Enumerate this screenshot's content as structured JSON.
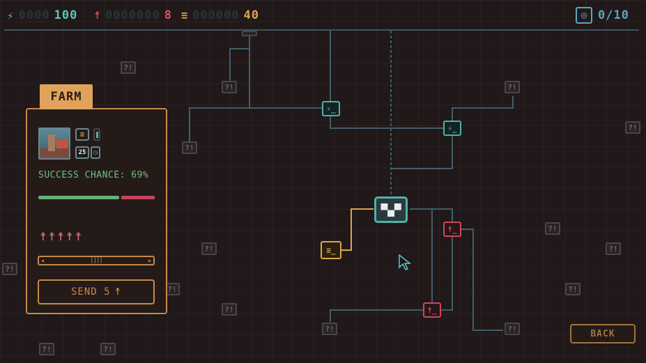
{
  "hud": {
    "energy": {
      "icon": "energy-bolt-icon",
      "ghost": "0000",
      "value": "100"
    },
    "people": {
      "icon": "person-icon",
      "ghost": "0000000",
      "value": "8"
    },
    "food": {
      "icon": "food-icon",
      "ghost": "000000",
      "value": "40"
    },
    "objectives": {
      "icon": "target-icon",
      "value": "0/10"
    }
  },
  "map": {
    "unknown_label": "?!",
    "base_face": "▀▄▀",
    "energy_node_glyph": "⚡_",
    "people_node_glyph": "☨_",
    "food_node_glyph": "≡_"
  },
  "panel": {
    "title": "FARM",
    "days": "25",
    "success_label": "SUCCESS CHANCE: 69%",
    "success_chance": 69,
    "people_count": 5,
    "send_label": "SEND 5"
  },
  "back_label": "BACK",
  "colors": {
    "accent": "#e1a35b",
    "energy": "#4fb3a4",
    "people": "#d9505d",
    "food": "#e0a450",
    "success": "#63b377"
  }
}
